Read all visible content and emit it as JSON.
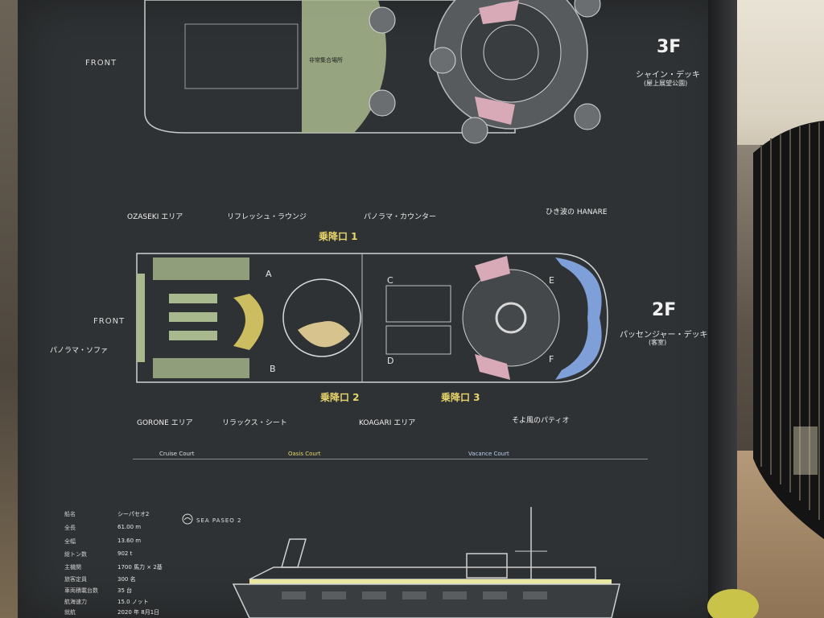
{
  "deck3": {
    "number": "3F",
    "name_jp": "シャイン・デッキ",
    "sub_jp": "(屋上展望公園)",
    "front": "FRONT",
    "muster": "非常集合場所"
  },
  "deck2": {
    "number": "2F",
    "name_jp": "パッセンジャー・デッキ",
    "sub_jp": "(客室)",
    "front": "FRONT"
  },
  "gates": [
    {
      "label": "乗降口 1"
    },
    {
      "label": "乗降口 2"
    },
    {
      "label": "乗降口 3"
    }
  ],
  "areas_top": [
    {
      "label": "OZASEKI エリア"
    },
    {
      "label": "リフレッシュ・ラウンジ"
    },
    {
      "label": "パノラマ・カウンター"
    },
    {
      "label": "ひき波の HANARE"
    }
  ],
  "areas_left": [
    {
      "label": "パノラマ・ソファ"
    }
  ],
  "areas_bottom": [
    {
      "label": "GORONE エリア"
    },
    {
      "label": "リラックス・シート"
    },
    {
      "label": "KOAGARI エリア"
    },
    {
      "label": "そよ風のパティオ"
    }
  ],
  "courts": [
    {
      "label": "Cruise Court"
    },
    {
      "label": "Oasis Court"
    },
    {
      "label": "Vacance Court"
    }
  ],
  "doors": [
    "A",
    "B",
    "C",
    "D",
    "E",
    "F"
  ],
  "logo": "SEA PASEO 2",
  "specs": [
    {
      "key": "船名",
      "value": "シーパセオ2"
    },
    {
      "key": "全長",
      "value": "61.00 m"
    },
    {
      "key": "全幅",
      "value": "13.60 m"
    },
    {
      "key": "総トン数",
      "value": "902 t"
    },
    {
      "key": "主機関",
      "value": "1700 馬力 × 2基"
    },
    {
      "key": "旅客定員",
      "value": "300 名"
    },
    {
      "key": "車両積載台数",
      "value": "35 台"
    },
    {
      "key": "航海速力",
      "value": "15.0 ノット"
    },
    {
      "key": "就航",
      "value": "2020 年 8月1日"
    }
  ],
  "colors": {
    "board": "#2f3234",
    "line": "#cfd2d4",
    "green": "#a9b98e",
    "pink": "#d8a9b6",
    "blue": "#7f9fd8",
    "gold": "#e8d66a"
  }
}
